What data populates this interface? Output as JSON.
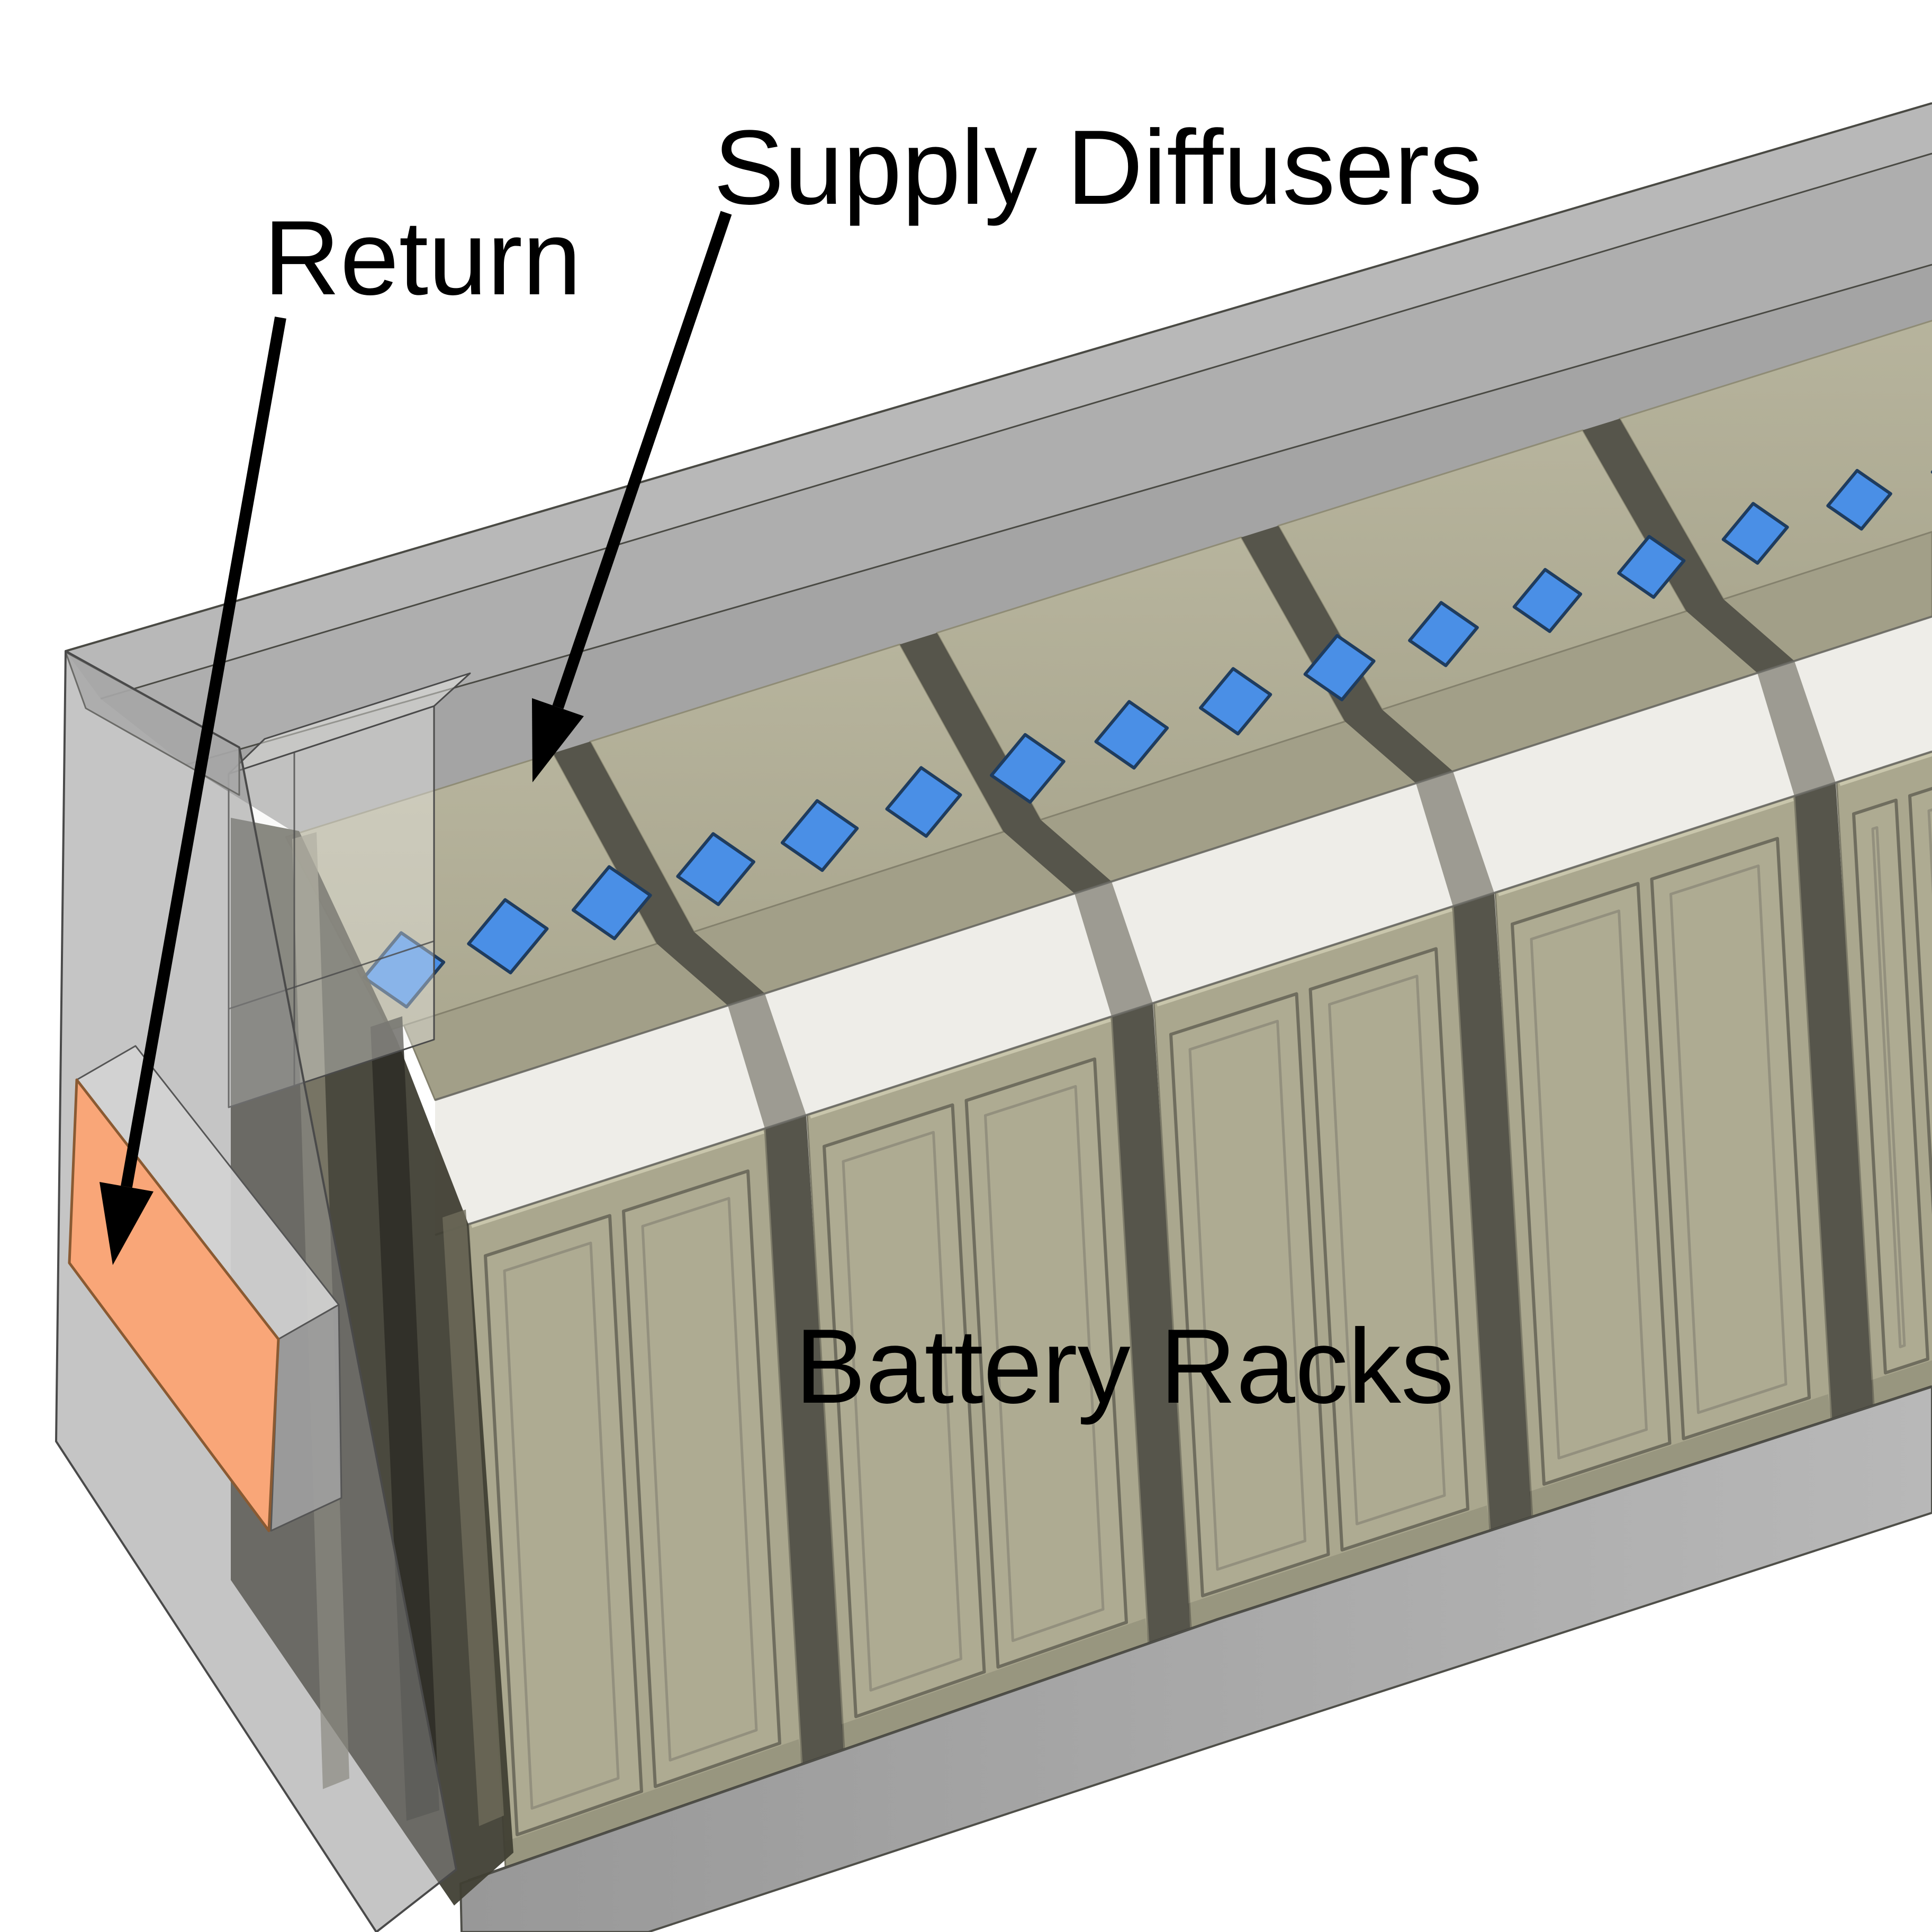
{
  "scene": {
    "labels": {
      "supply_diffusers": "Supply Diffusers",
      "return": "Return",
      "battery_racks": "Battery Racks"
    },
    "colors": {
      "background": "#ffffff",
      "text": "#000000",
      "arrow": "#000000",
      "edge": "#4a4a44",
      "roof_fascia": "#b8b8b8",
      "wall_upper": "#aeaeae",
      "wall_lower": "#a4a4a4",
      "rack_top": "#b4b19a",
      "ledge": "#a29f88",
      "rack_front": "#aaa78e",
      "door": "#aeab92",
      "door_line": "#6f6d5e",
      "door_inner_line": "#93907e",
      "gap_dark": "#56554b",
      "shadow_rack": "#403f34",
      "shadow_strip": "#8a8875",
      "band_glass": "#dedcd2",
      "floor_left": "#9c9c9c",
      "floor_right": "#b6b6b6",
      "diffuser": "#4a8fe6",
      "diffuser_edge": "#1f3c5e",
      "return_orange": "#f9a678",
      "return_edge": "#8a5a32",
      "duct_top": "#d2d2d2",
      "duct_side": "#9e9e9e",
      "wall_overlay": "#8c8c8c",
      "wall_top": "#c6c6c6",
      "glass": "#f2f2ee"
    },
    "counts": {
      "supply_diffusers": 16,
      "rack_top_sections": 5,
      "rack_front_sections": 5,
      "doors_per_section": 2,
      "return_grilles": 1
    }
  }
}
